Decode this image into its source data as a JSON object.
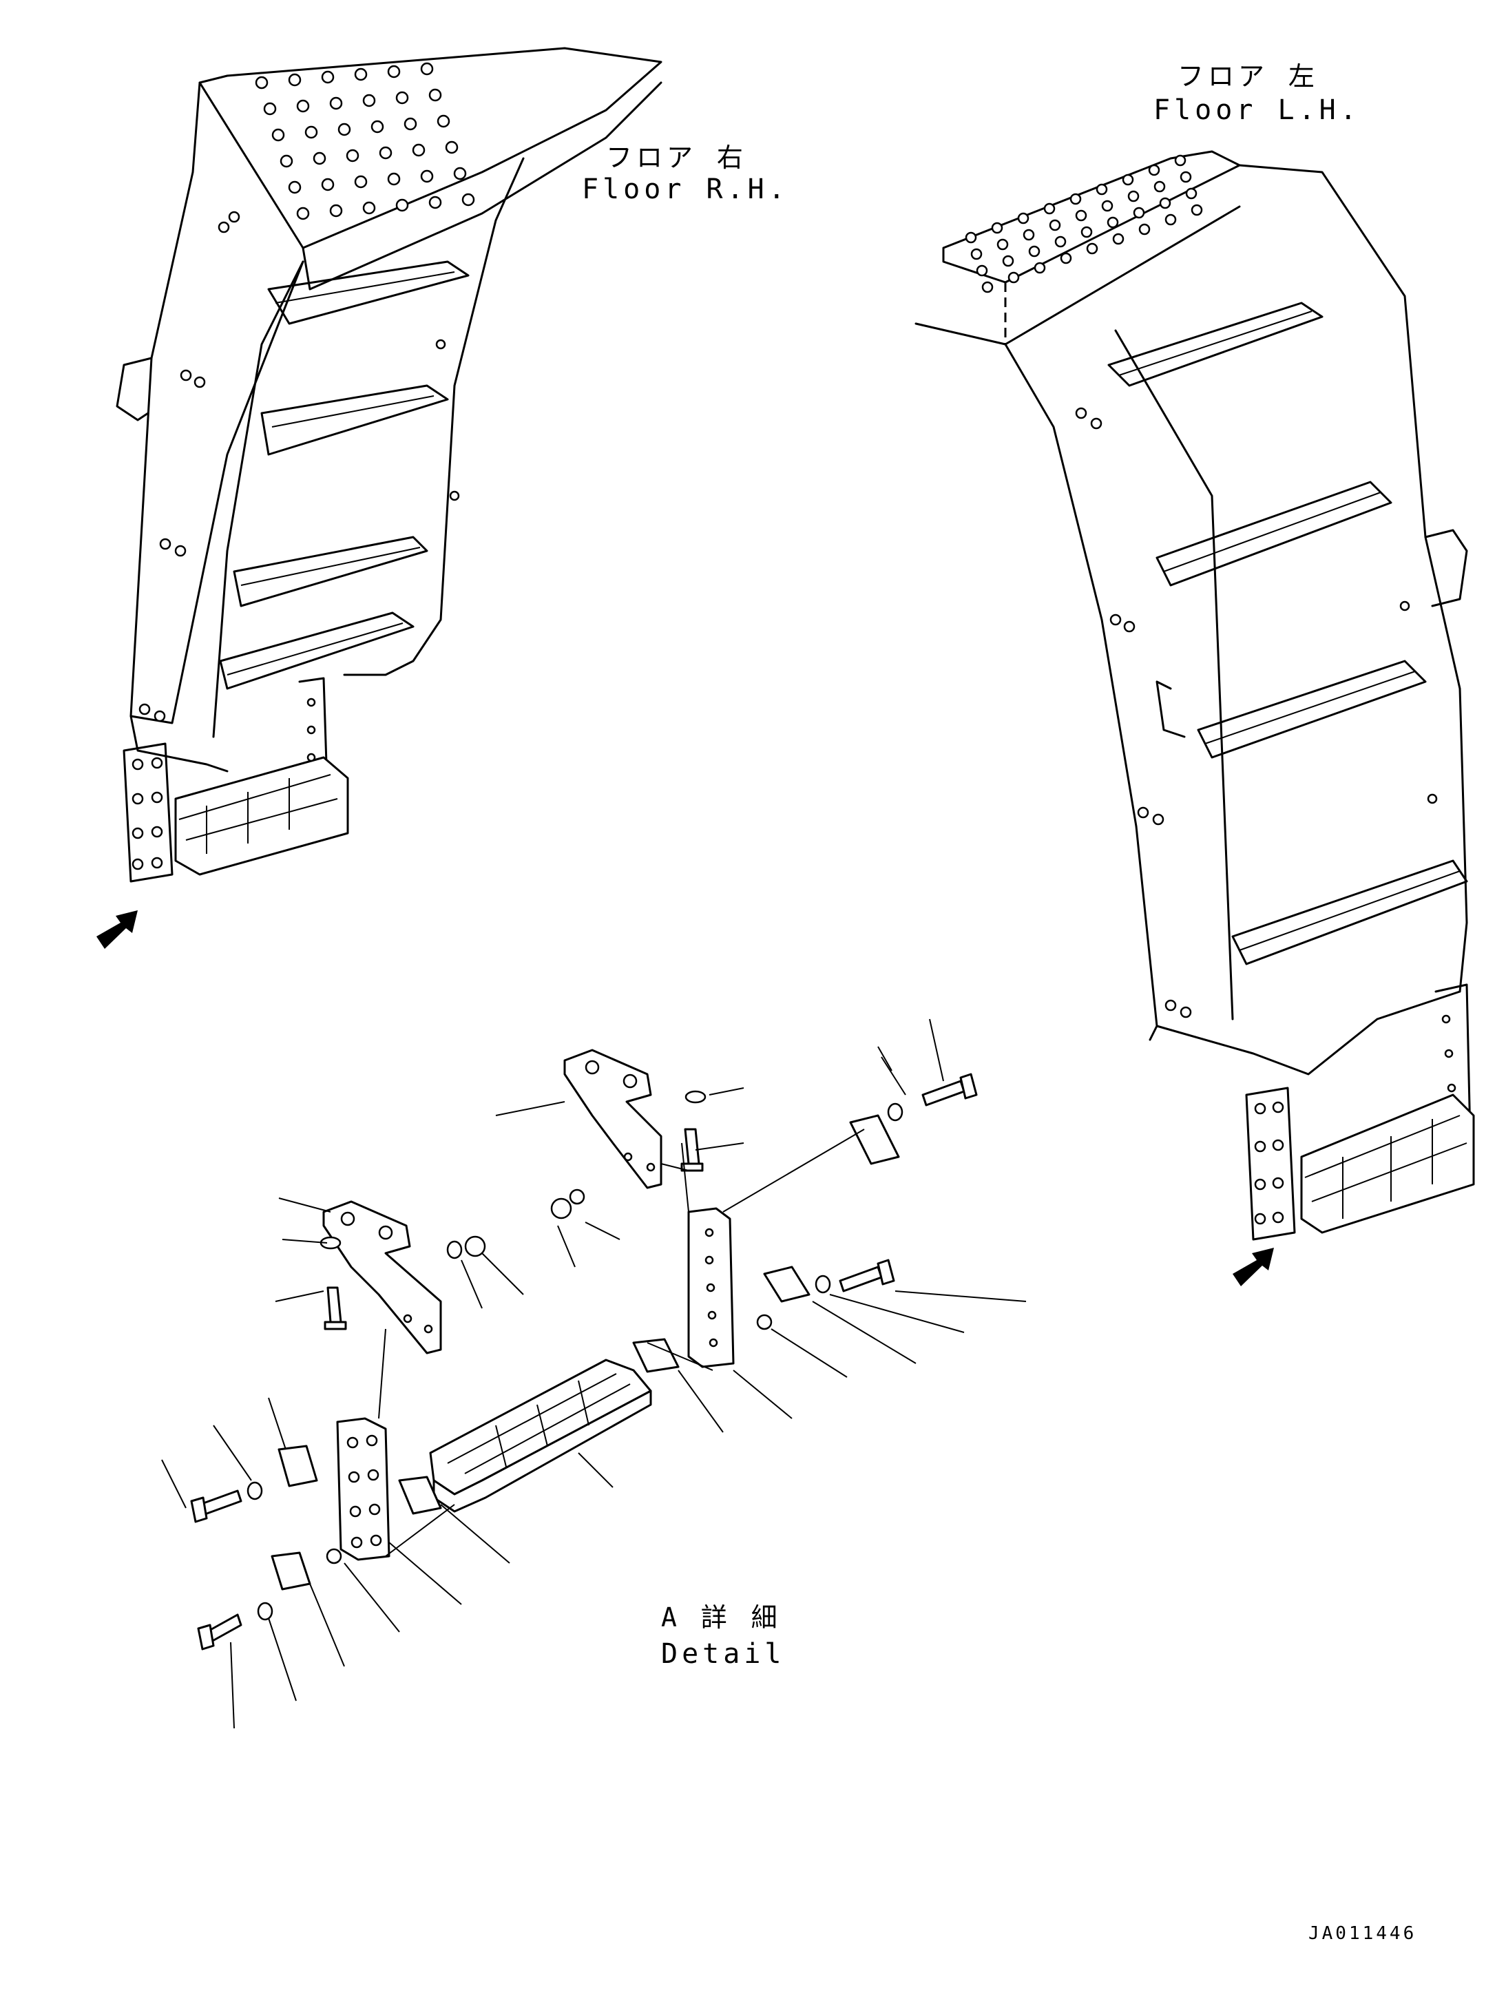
{
  "labels": {
    "floor_rh_jp": "フロア 右",
    "floor_rh_en": "Floor R.H.",
    "floor_lh_jp": "フロア 左",
    "floor_lh_en": "Floor L.H.",
    "detail_jp": "A 詳 細",
    "detail_en": "Detail",
    "drawing_code": "JA011446"
  },
  "colors": {
    "line": "#000000",
    "background": "#ffffff"
  },
  "icons": [
    "view-arrow-icon"
  ]
}
